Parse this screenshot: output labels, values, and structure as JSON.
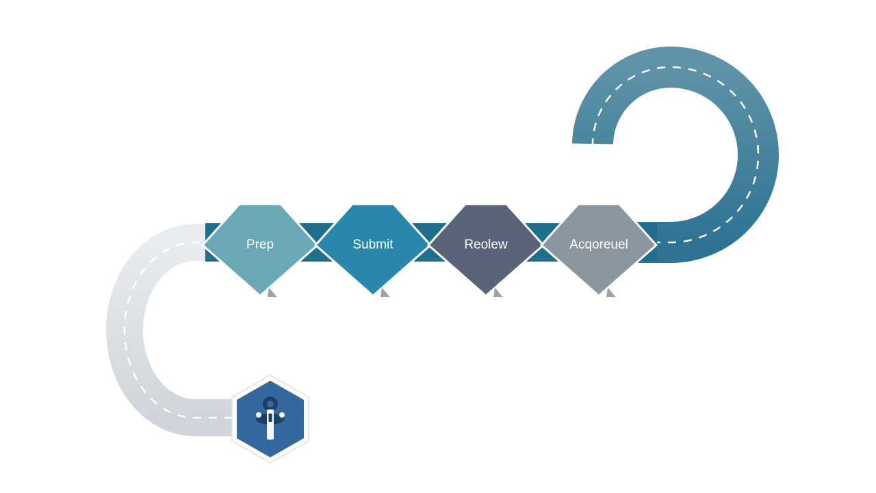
{
  "steps": [
    {
      "label": "Prep",
      "color": "#6aa8b8"
    },
    {
      "label": "Submit",
      "color": "#2a86ab"
    },
    {
      "label": "Reolew",
      "color": "#596479"
    },
    {
      "label": "Acqoreuel",
      "color": "#8c969e"
    }
  ],
  "road": {
    "left_color": "#d9dee2",
    "right_color": "#3e7f9a",
    "connector_color": "#1f6e8c",
    "dash_color": "#ffffff"
  },
  "start_badge": {
    "icon": "person-with-key-icon",
    "color": "#34689e"
  }
}
